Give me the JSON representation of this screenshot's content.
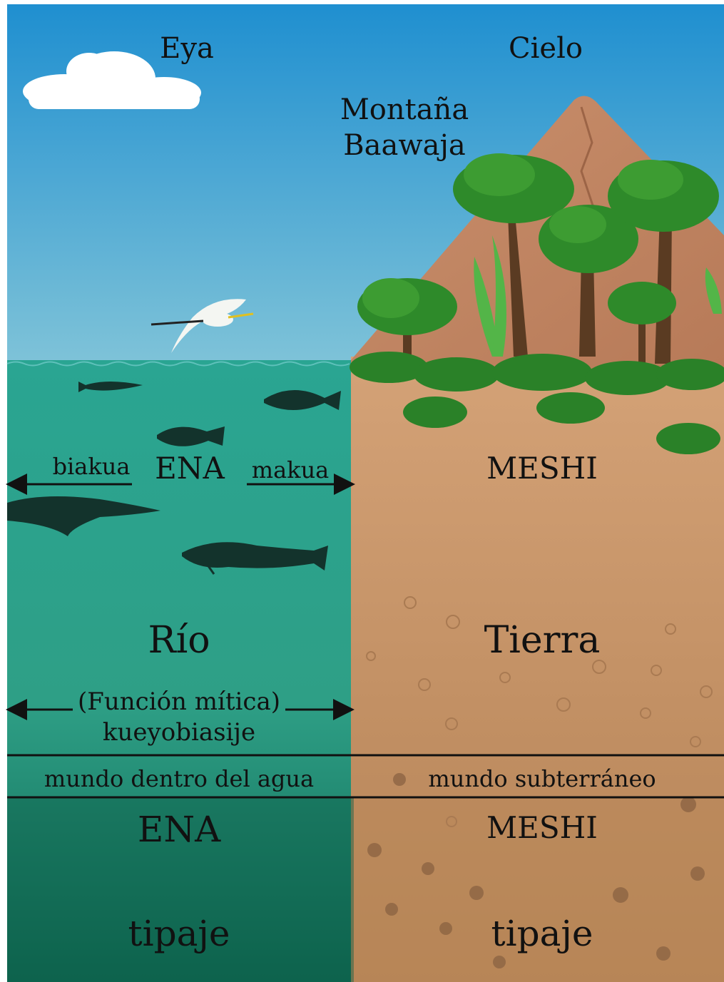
{
  "sky": {
    "left_label": "Eya",
    "right_label": "Cielo",
    "mountain_label_line1": "Montaña",
    "mountain_label_line2": "Baawaja"
  },
  "water": {
    "direction_left": "biakua",
    "name": "ENA",
    "direction_right": "makua",
    "translation": "Río",
    "function_line1": "(Función mítica)",
    "function_line2": "kueyobiasije",
    "band_label": "mundo dentro del agua",
    "lower_name": "ENA",
    "lower_label": "tipaje"
  },
  "land": {
    "name": "MESHI",
    "translation": "Tierra",
    "band_label": "mundo subterráneo",
    "lower_name": "MESHI",
    "lower_label": "tipaje"
  },
  "colors": {
    "sky_top": "#1f8fd0",
    "sky_bottom": "#7fc3d8",
    "water": "#2aa592",
    "water_deep": "#0e6650",
    "earth": "#d4a277",
    "earth_deep": "#b48255",
    "mountain": "#c98f6c",
    "foliage": "#2e8a2a",
    "trunk": "#5a3b22",
    "silhouette": "#13332c"
  }
}
